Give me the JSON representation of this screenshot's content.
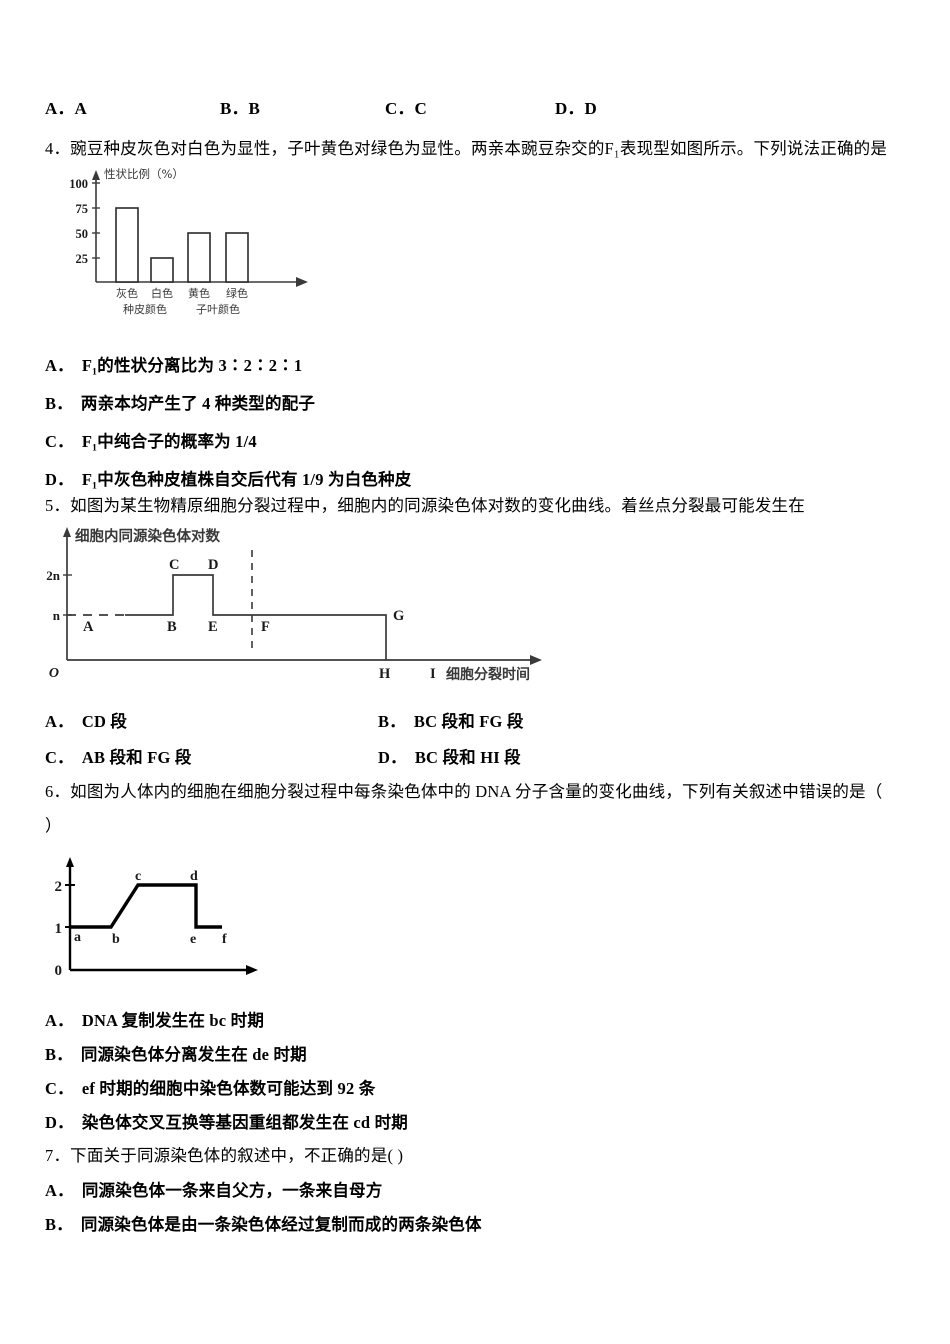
{
  "top_answers": {
    "items": [
      {
        "label": "A．A"
      },
      {
        "label": "B．B"
      },
      {
        "label": "C．C"
      },
      {
        "label": "D．D"
      }
    ]
  },
  "questions": [
    {
      "number": "4．",
      "stem": "豌豆种皮灰色对白色为显性，子叶黄色对绿色为显性。两亲本豌豆杂交的F₁表现型如图所示。下列说法正确的是",
      "options": [
        {
          "label": "A．",
          "text": "F₁的性状分离比为 3∶2∶2∶1"
        },
        {
          "label": "B．",
          "text": "两亲本均产生了 4 种类型的配子"
        },
        {
          "label": "C．",
          "text": "F₁中纯合子的概率为 1/4"
        },
        {
          "label": "D．",
          "text": "F₁中灰色种皮植株自交后代有 1/9 为白色种皮"
        }
      ]
    },
    {
      "number": "5．",
      "stem": "如图为某生物精原细胞分裂过程中，细胞内的同源染色体对数的变化曲线。着丝点分裂最可能发生在",
      "options": [
        {
          "label": "A．",
          "text": "CD 段"
        },
        {
          "label": "B．",
          "text": "BC 段和 FG 段"
        },
        {
          "label": "C．",
          "text": "AB 段和 FG 段"
        },
        {
          "label": "D．",
          "text": "BC 段和 HI 段"
        }
      ]
    },
    {
      "number": "6．",
      "stem": "如图为人体内的细胞在细胞分裂过程中每条染色体中的 DNA 分子含量的变化曲线，下列有关叙述中错误的是（",
      "stem_cont": "）",
      "options": [
        {
          "label": "A．",
          "text": "DNA 复制发生在 bc 时期"
        },
        {
          "label": "B．",
          "text": "同源染色体分离发生在 de 时期"
        },
        {
          "label": "C．",
          "text": "ef 时期的细胞中染色体数可能达到 92 条"
        },
        {
          "label": "D．",
          "text": "染色体交叉互换等基因重组都发生在 cd 时期"
        }
      ]
    },
    {
      "number": "7．",
      "stem": "下面关于同源染色体的叙述中，不正确的是(        )",
      "options": [
        {
          "label": "A．",
          "text": "同源染色体一条来自父方，一条来自母方"
        },
        {
          "label": "B．",
          "text": "同源染色体是由一条染色体经过复制而成的两条染色体"
        }
      ]
    }
  ],
  "chart_data": [
    {
      "id": "q4-bar-chart",
      "type": "bar",
      "title": "性状比例（%）",
      "ylabel": "性状比例（%）",
      "xlabel": "",
      "categories": [
        "灰色",
        "白色",
        "黄色",
        "绿色"
      ],
      "values": [
        75,
        25,
        50,
        50
      ],
      "group_labels": [
        "种皮颜色",
        "子叶颜色"
      ],
      "yticks": [
        "100",
        "75",
        "50",
        "25"
      ],
      "ytick_values": [
        100,
        75,
        50,
        25
      ],
      "ylim": [
        0,
        100
      ],
      "grid": false,
      "legend": "none"
    },
    {
      "id": "q5-step-chart",
      "type": "line",
      "title": "细胞内同源染色体对数",
      "ylabel": "细胞内同源染色体对数",
      "xlabel": "细胞分裂时间",
      "origin_label": "O",
      "yticks": [
        "2n",
        "n"
      ],
      "point_labels": [
        "A",
        "B",
        "C",
        "D",
        "E",
        "F",
        "G",
        "H",
        "I"
      ],
      "series": [
        {
          "name": "同源染色体对数",
          "points": [
            {
              "label": "A",
              "y": "n"
            },
            {
              "label": "B",
              "y": "n"
            },
            {
              "label": "C",
              "y": "2n"
            },
            {
              "label": "D",
              "y": "2n"
            },
            {
              "label": "E",
              "y": "n"
            },
            {
              "label": "F",
              "y": "n"
            },
            {
              "label": "G",
              "y": "n"
            },
            {
              "label": "H",
              "y": "0"
            },
            {
              "label": "I",
              "y": "0"
            }
          ]
        }
      ],
      "grid": false,
      "legend": "none"
    },
    {
      "id": "q6-dna-chart",
      "type": "line",
      "title": "",
      "ylabel": "",
      "xlabel": "",
      "yticks": [
        "2",
        "1",
        "0"
      ],
      "ytick_values": [
        2,
        1,
        0
      ],
      "ylim": [
        0,
        2.6
      ],
      "point_labels": [
        "a",
        "b",
        "c",
        "d",
        "e",
        "f"
      ],
      "series": [
        {
          "name": "每条染色体中的DNA含量",
          "points": [
            {
              "label": "a",
              "y": 1
            },
            {
              "label": "b",
              "y": 1
            },
            {
              "label": "c",
              "y": 2
            },
            {
              "label": "d",
              "y": 2
            },
            {
              "label": "e",
              "y": 1
            },
            {
              "label": "f",
              "y": 1
            }
          ]
        }
      ],
      "grid": false,
      "legend": "none"
    }
  ]
}
